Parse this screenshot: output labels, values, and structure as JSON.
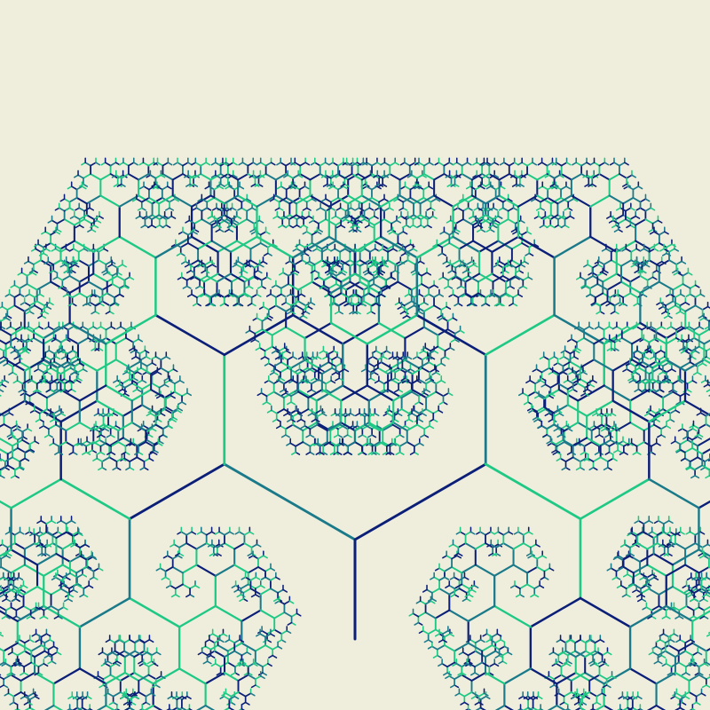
{
  "scene": {
    "subject": "fractal-tree",
    "background_color": "#efeedd",
    "colors": {
      "navy": "#0b1f78",
      "teal": "#1a7a8a",
      "mint": "#1fc985"
    },
    "branch_angle_degrees": 60,
    "max_depth": 12
  }
}
